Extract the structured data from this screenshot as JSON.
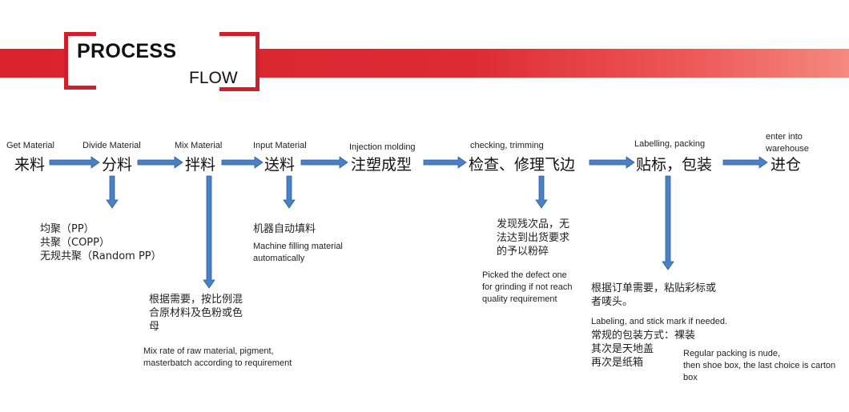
{
  "header": {
    "title_line1": "PROCESS",
    "title_line2": "FLOW",
    "accent_color": "#d9232d",
    "band_end_color": "#f48a80"
  },
  "steps": [
    {
      "en": "Get Material",
      "cn": "来料"
    },
    {
      "en": "Divide Material",
      "cn": "分料"
    },
    {
      "en": "Mix Material",
      "cn": "拌料"
    },
    {
      "en": "Input Material",
      "cn": "送料"
    },
    {
      "en": "Injection molding",
      "cn": "注塑成型"
    },
    {
      "en": "checking, trimming",
      "cn": "检查、修理飞边"
    },
    {
      "en": "Labelling, packing",
      "cn": "贴标，包装"
    },
    {
      "en": "enter into warehouse",
      "en_line1": "enter into",
      "en_line2": "warehouse",
      "cn": "进仓"
    }
  ],
  "notes": {
    "divide": {
      "cn_lines": [
        "均聚（PP）",
        "共聚（COPP）",
        "无规共聚（Random PP）"
      ]
    },
    "mix": {
      "cn_lines": [
        "根据需要，按比例混",
        "合原材料及色粉或色",
        "母"
      ],
      "en_lines": [
        "Mix rate of raw material, pigment,",
        "masterbatch according to requirement"
      ]
    },
    "input": {
      "cn_lines": [
        "机器自动填料"
      ],
      "en_lines": [
        "Machine filling material",
        "automatically"
      ]
    },
    "checking": {
      "cn_lines": [
        "发现残次品，无",
        "法达到出货要求",
        "的予以粉碎"
      ],
      "en_lines": [
        "Picked the defect one",
        "for grinding if not reach",
        "quality requirement"
      ]
    },
    "labelling": {
      "cn_lines": [
        "根据订单需要，粘贴彩标或",
        "者唛头。"
      ],
      "en_line": "Labeling, and stick mark if needed.",
      "packing_cn_lines": [
        "常规的包装方式：裸装",
        "其次是天地盖",
        "再次是纸箱"
      ],
      "packing_en_lines": [
        "Regular packing is nude,",
        "then shoe box, the last choice is carton",
        "box"
      ]
    }
  },
  "arrow_color": "#4a80c4",
  "arrow_stroke": "#2e5e9e"
}
